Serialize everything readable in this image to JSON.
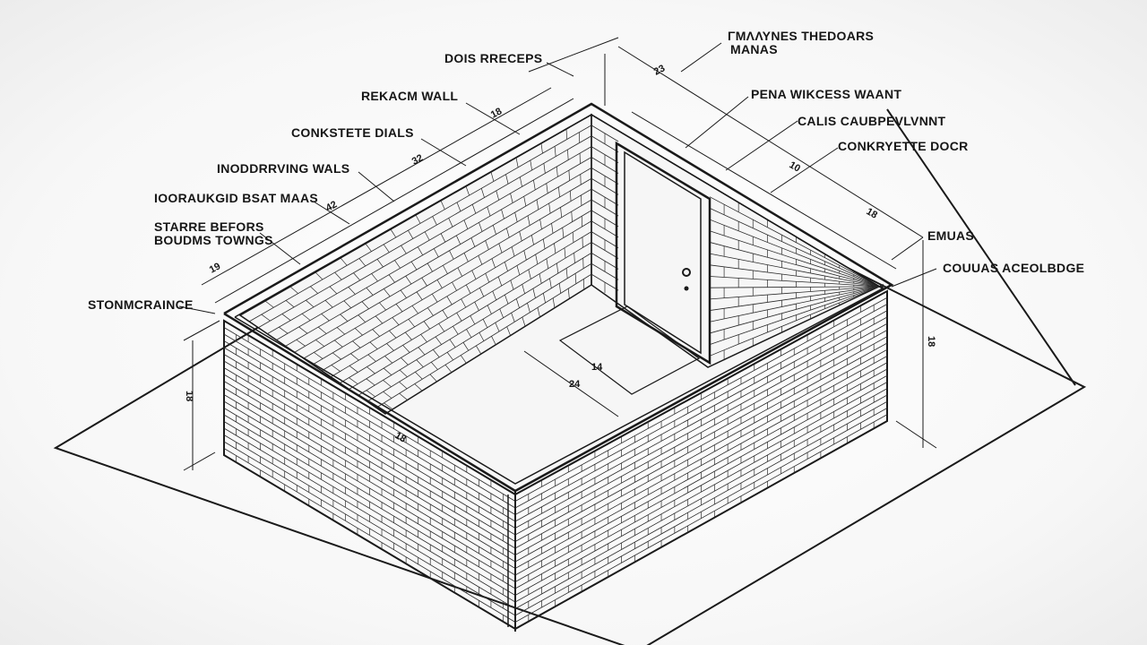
{
  "labels": {
    "top_right_1": "ΓΜΛΛΥΝΕS THEDOARS",
    "top_right_2": "ΜΑΝΑS",
    "dois_receps": "DOIS RRECEPS",
    "rekacm_wall": "REKACM WALL",
    "pena_wall": "PENA WIKCESS WAANT",
    "calis_wall": "CALIS CAUBPEVLVNNT",
    "concrete_dials": "CONKSTETE DIALS",
    "concrete_door": "CONKRYETTE DOCR",
    "inner_walls": "INODDRRVING WALS",
    "mortar_blocks": "IOORAUKGID BSAT MAAS",
    "starre_befors": "STARRE BEFORS",
    "boudms": "BOUDMS TOWNGS",
    "emuas": "EMUAS",
    "coular_acee": "COUUAS ACEOLBDGE",
    "stonmicrance": "STONMCRAINCE"
  },
  "dimensions": {
    "d_top": "23",
    "d_mid_top": "18",
    "d_left1": "32",
    "d_left2": "42",
    "d_leftbot": "19",
    "d_right1": "10",
    "d_right2": "18",
    "d_right_vert": "18",
    "d_left_vert": "18",
    "d_floor1": "14",
    "d_floor2": "24",
    "d_corner": "18"
  },
  "colors": {
    "ink": "#1a1a1a",
    "paper": "#ffffff",
    "floor": "#f4f4f4"
  }
}
